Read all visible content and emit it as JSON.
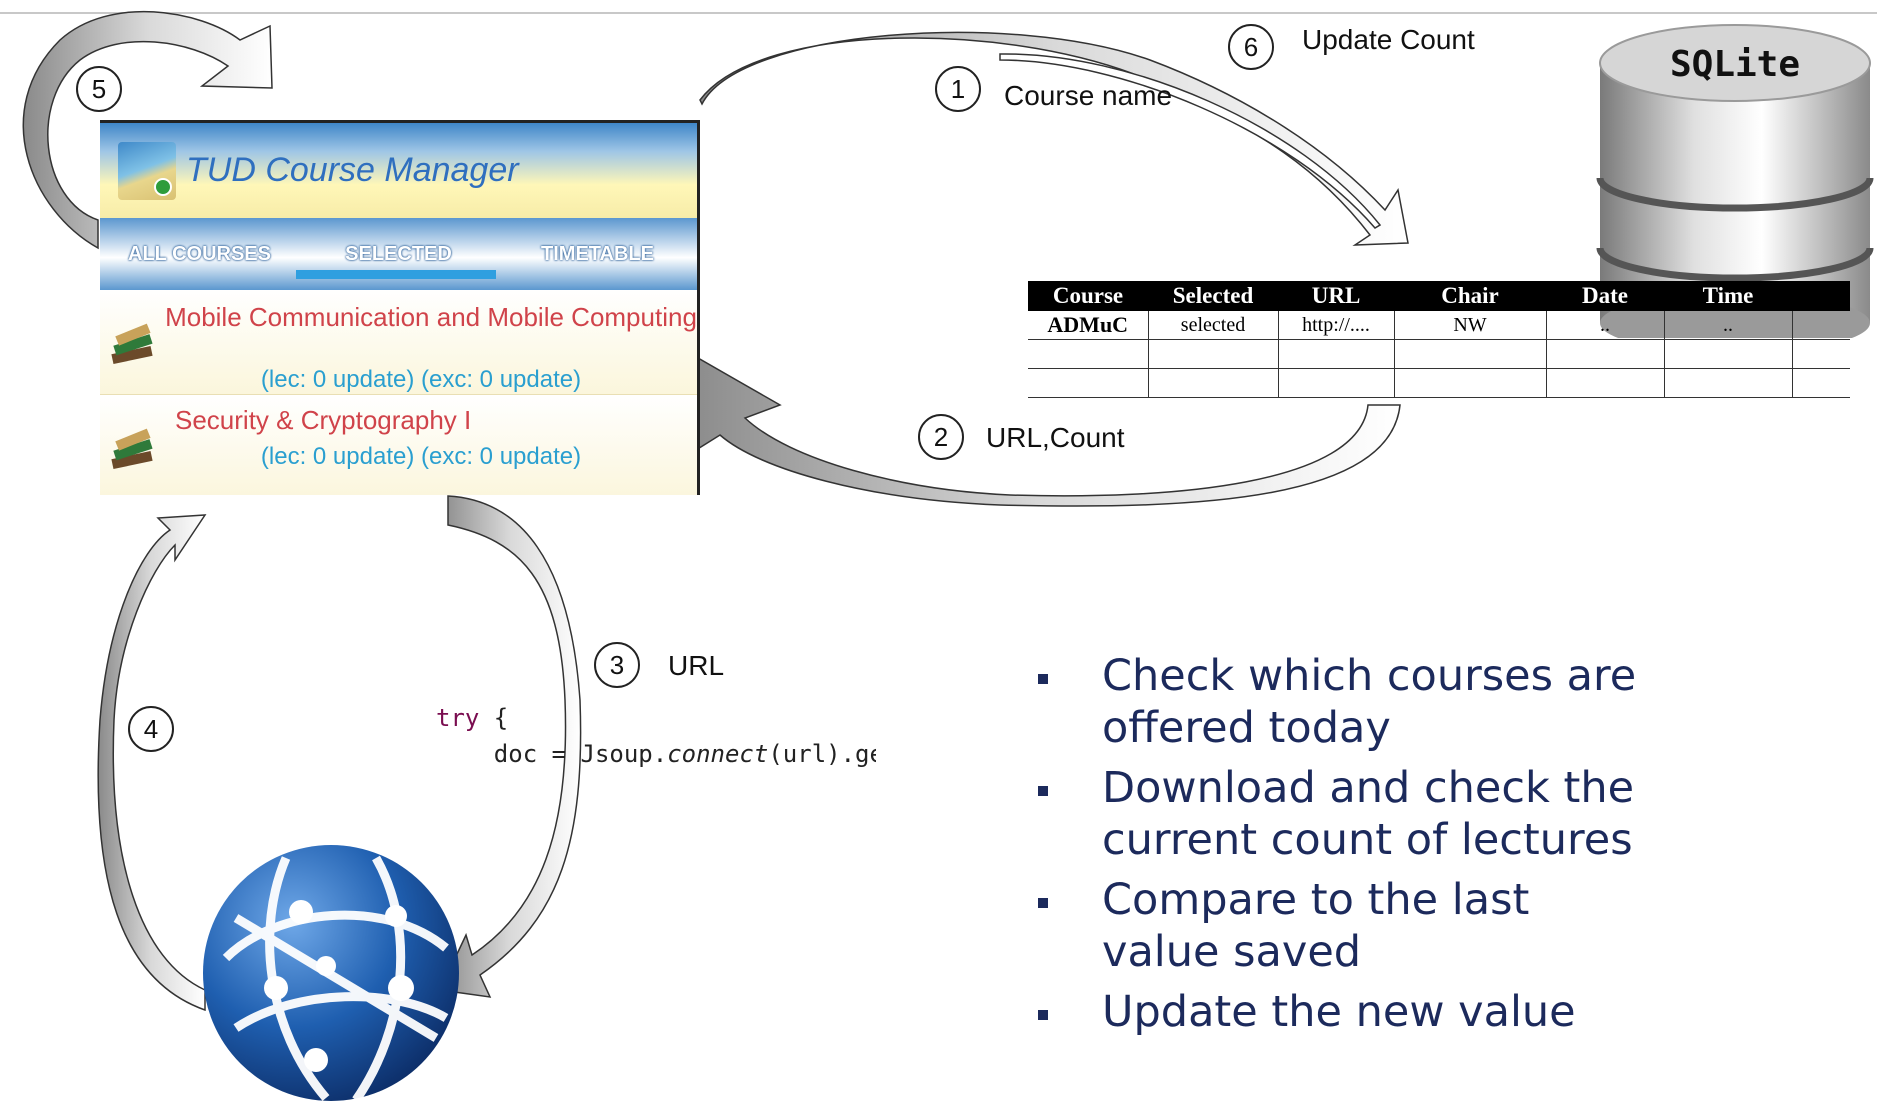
{
  "app": {
    "title": "TUD Course Manager",
    "tabs": [
      "ALL COURSES",
      "SELECTED",
      "TIMETABLE"
    ],
    "selected_tab": "SELECTED",
    "courses": [
      {
        "name": "Mobile Communication and Mobile Computing",
        "status": "(lec: 0 update) (exc: 0 update)"
      },
      {
        "name": "Security & Cryptography I",
        "status": "(lec: 0 update) (exc: 0 update)"
      }
    ]
  },
  "steps": [
    {
      "number": "1",
      "label": "Course name"
    },
    {
      "number": "2",
      "label": "URL,Count"
    },
    {
      "number": "3",
      "label": "URL"
    },
    {
      "number": "4",
      "label": ""
    },
    {
      "number": "5",
      "label": ""
    },
    {
      "number": "6",
      "label": "Update Count"
    }
  ],
  "database": {
    "name": "SQLite",
    "columns": [
      "Course",
      "Selected",
      "URL",
      "Chair",
      "Date",
      "Time"
    ],
    "rows": [
      [
        "ADMuC",
        "selected",
        "http://....",
        "NW",
        "..",
        ".."
      ]
    ]
  },
  "code": {
    "line1_keyword": "try",
    "line1_rest": " {",
    "line2_prefix": "    doc = Jsoup.",
    "line2_call": "connect",
    "line2_suffix": "(url).get();"
  },
  "bullets": [
    "Check which courses are offered today",
    "Download and check the current count of lectures",
    "Compare to the last value saved",
    "Update the new value"
  ],
  "colors": {
    "course_name": "#d0434a",
    "course_status": "#2a9fd0",
    "app_title": "#2f6fbf",
    "bullet_text": "#1c2a5c",
    "globe": "#1f5fb0"
  }
}
